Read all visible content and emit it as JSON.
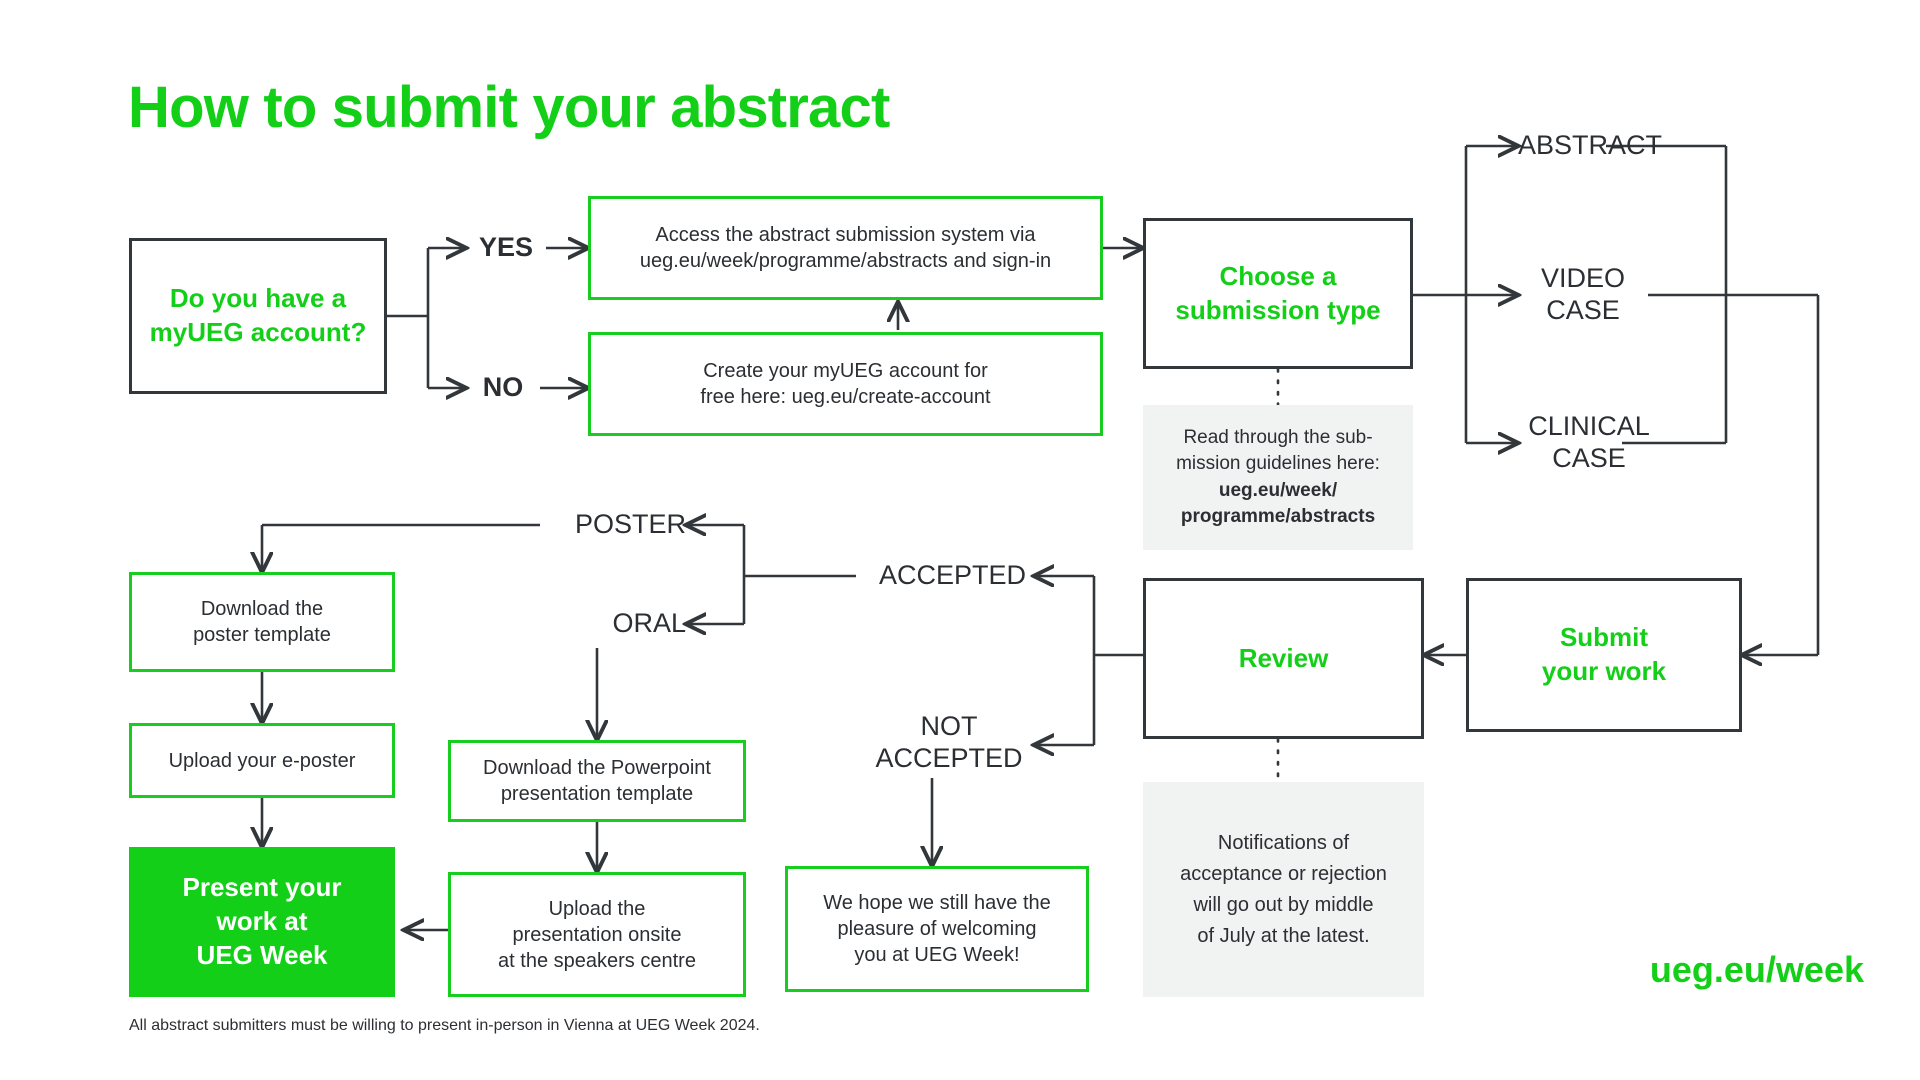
{
  "header": {
    "title": "How to submit your abstract",
    "brand_url": "ueg.eu/week",
    "footnote": "All abstract submitters must be willing to present in-person in Vienna at UEG Week 2024."
  },
  "colors": {
    "brand_green": "#14cf18",
    "box_green": "#17cd1d",
    "ink": "#2b2f33",
    "panel_bg": "#f1f2f2",
    "white": "#ffffff"
  },
  "flow": {
    "decision_account": "Do you have a\nmyUEG account?",
    "decision_account_l1": "Do you have a",
    "decision_account_l2": "myUEG account?",
    "branch_yes": "YES",
    "branch_no": "NO",
    "access_system_l1": "Access the abstract submission system via",
    "access_system_l2": "ueg.eu/week/programme/abstracts and sign-in",
    "create_account_l1": "Create your myUEG account for",
    "create_account_l2": "free here: ueg.eu/create-account",
    "choose_type_l1": "Choose a",
    "choose_type_l2": "submission type",
    "guidelines_l1": "Read through the sub-",
    "guidelines_l2": "mission guidelines here:",
    "guidelines_l3": "ueg.eu/week/",
    "guidelines_l4": "programme/abstracts",
    "type_abstract": "ABSTRACT",
    "type_video_l1": "VIDEO",
    "type_video_l2": "CASE",
    "type_clinical_l1": "CLINICAL",
    "type_clinical_l2": "CASE",
    "submit_l1": "Submit",
    "submit_l2": "your work",
    "review": "Review",
    "notifications_l1": "Notifications of",
    "notifications_l2": "acceptance or rejection",
    "notifications_l3": "will go out by middle",
    "notifications_l4": "of July at the latest.",
    "accepted": "ACCEPTED",
    "not_accepted_l1": "NOT",
    "not_accepted_l2": "ACCEPTED",
    "outcome_poster": "POSTER",
    "outcome_oral": "ORAL",
    "download_poster_l1": "Download the",
    "download_poster_l2": "poster template",
    "upload_eposter": "Upload your e-poster",
    "present_l1": "Present your",
    "present_l2": "work at",
    "present_l3": "UEG Week",
    "download_ppt_l1": "Download the Powerpoint",
    "download_ppt_l2": "presentation template",
    "upload_onsite_l1": "Upload the",
    "upload_onsite_l2": "presentation onsite",
    "upload_onsite_l3": "at the speakers centre",
    "rejection_msg_l1": "We hope we still have the",
    "rejection_msg_l2": "pleasure of welcoming",
    "rejection_msg_l3": "you at UEG Week!"
  }
}
